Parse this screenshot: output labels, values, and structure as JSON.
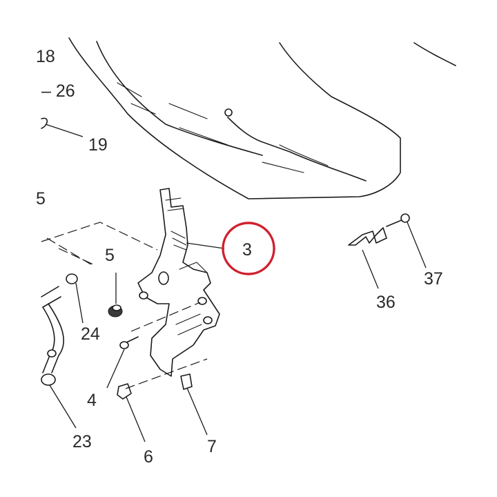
{
  "highlight": {
    "color": "#d0202e",
    "callout": "3"
  },
  "callouts": [
    {
      "id": "18",
      "text": "18"
    },
    {
      "id": "26",
      "text": "– 26"
    },
    {
      "id": "19",
      "text": "19"
    },
    {
      "id": "5a",
      "text": "5"
    },
    {
      "id": "5b",
      "text": "5"
    },
    {
      "id": "3",
      "text": "3"
    },
    {
      "id": "36",
      "text": "36"
    },
    {
      "id": "37",
      "text": "37"
    },
    {
      "id": "24",
      "text": "24"
    },
    {
      "id": "4",
      "text": "4"
    },
    {
      "id": "23",
      "text": "23"
    },
    {
      "id": "6",
      "text": "6"
    },
    {
      "id": "7",
      "text": "7"
    }
  ]
}
